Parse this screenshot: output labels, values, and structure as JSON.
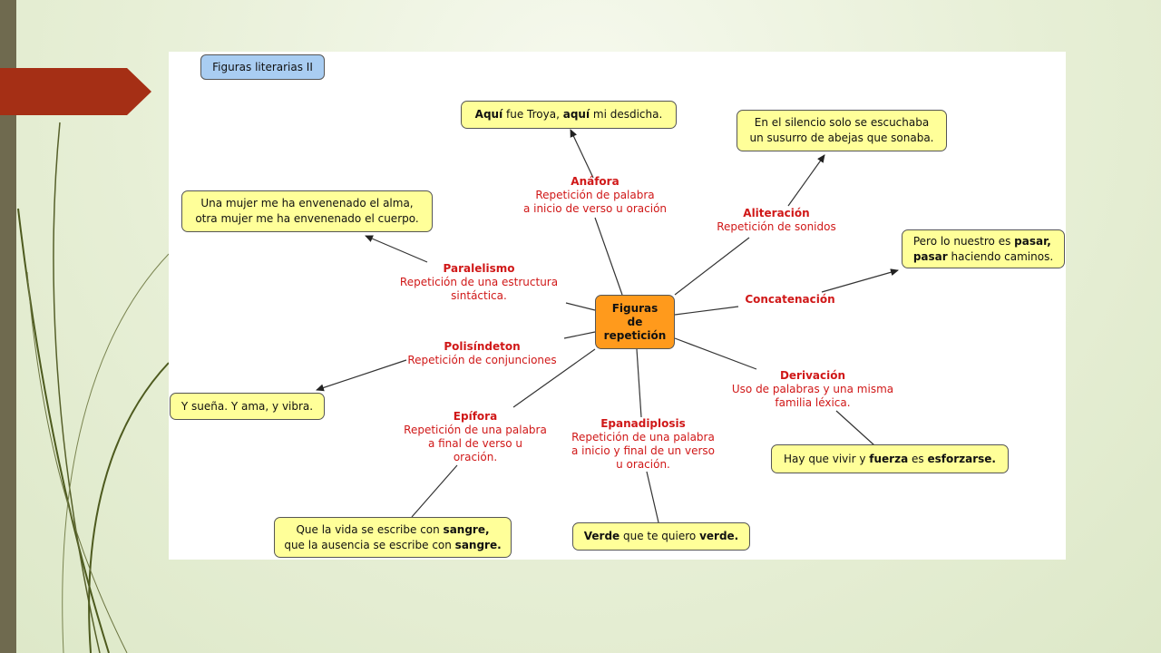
{
  "diagram": {
    "title": "Figuras literarias II",
    "center": {
      "line1": "Figuras",
      "line2": "de",
      "line3": "repetición"
    },
    "concepts": {
      "anafora": {
        "name": "Anáfora",
        "desc1": "Repetición de palabra",
        "desc2": "a inicio de verso u oración"
      },
      "aliteracion": {
        "name": "Aliteración",
        "desc1": "Repetición de sonidos"
      },
      "paralelismo": {
        "name": "Paralelismo",
        "desc1": "Repetición de una estructura",
        "desc2": "sintáctica."
      },
      "concatenacion": {
        "name": "Concatenación"
      },
      "polisindeton": {
        "name": "Polisíndeton",
        "desc1": "Repetición de conjunciones"
      },
      "derivacion": {
        "name": "Derivación",
        "desc1": "Uso de palabras y una misma",
        "desc2": "familia léxica."
      },
      "epifora": {
        "name": "Epífora",
        "desc1": "Repetición de una palabra",
        "desc2": "a final de verso u",
        "desc3": "oración."
      },
      "epanadiplosis": {
        "name": "Epanadiplosis",
        "desc1": "Repetición de una palabra",
        "desc2": "a inicio y final de un verso",
        "desc3": "u oración."
      }
    },
    "examples": {
      "anafora": {
        "b1": "Aquí",
        "t1": " fue Troya, ",
        "b2": "aquí",
        "t2": " mi desdicha."
      },
      "aliteracion": {
        "line1": "En el silencio solo se escuchaba",
        "line2": "un susurro de abejas que sonaba."
      },
      "paralelismo": {
        "line1": "Una mujer me ha envenenado el alma,",
        "line2": "otra mujer me ha envenenado el cuerpo."
      },
      "concatenacion": {
        "t1": "Pero lo nuestro es ",
        "b1": "pasar,",
        "b2": "pasar",
        "t2": " haciendo caminos."
      },
      "polisindeton": {
        "text": "Y sueña. Y ama, y vibra."
      },
      "derivacion": {
        "t1": "Hay que vivir y ",
        "b1": "fuerza",
        "t2": " es ",
        "b2": "esforzarse."
      },
      "epifora": {
        "t1": "Que la vida se escribe con ",
        "b1": "sangre,",
        "t2": "que la ausencia se escribe con ",
        "b2": "sangre."
      },
      "epanadiplosis": {
        "b1": "Verde",
        "t1": " que te quiero ",
        "b2": "verde."
      }
    }
  }
}
